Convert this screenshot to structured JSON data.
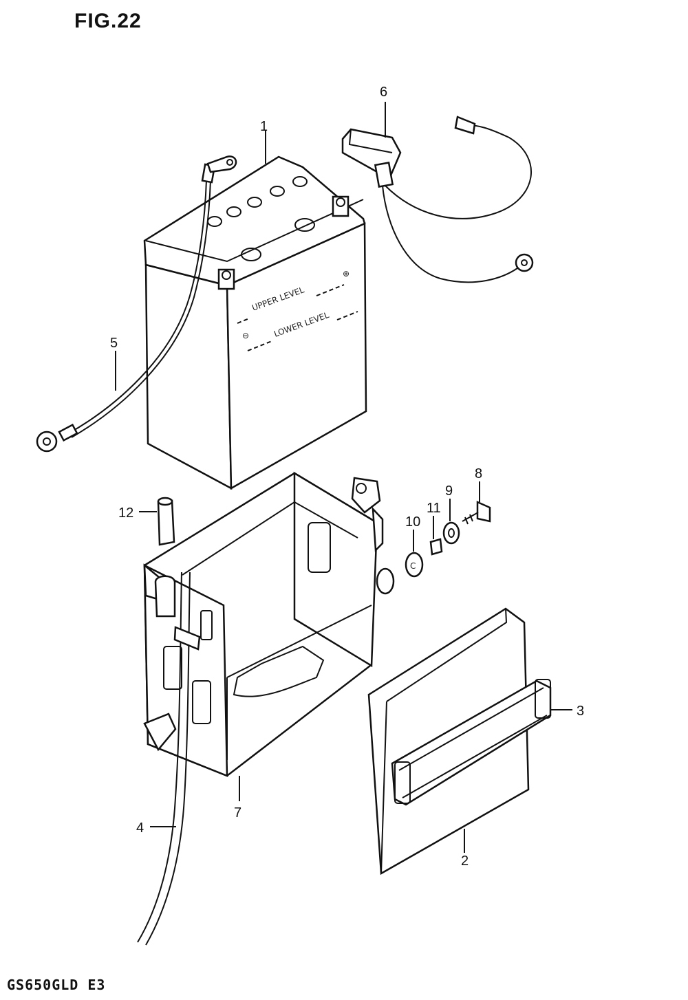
{
  "figure": {
    "title": "FIG.22",
    "model_code": "GS650GLD E3"
  },
  "battery_markings": {
    "upper_level": "UPPER LEVEL",
    "lower_level": "LOWER LEVEL",
    "plus": "⊕",
    "minus": "⊖"
  },
  "callouts": [
    {
      "id": "1"
    },
    {
      "id": "2"
    },
    {
      "id": "3"
    },
    {
      "id": "4"
    },
    {
      "id": "5"
    },
    {
      "id": "6"
    },
    {
      "id": "7"
    },
    {
      "id": "8"
    },
    {
      "id": "9"
    },
    {
      "id": "10"
    },
    {
      "id": "11"
    },
    {
      "id": "12"
    }
  ]
}
